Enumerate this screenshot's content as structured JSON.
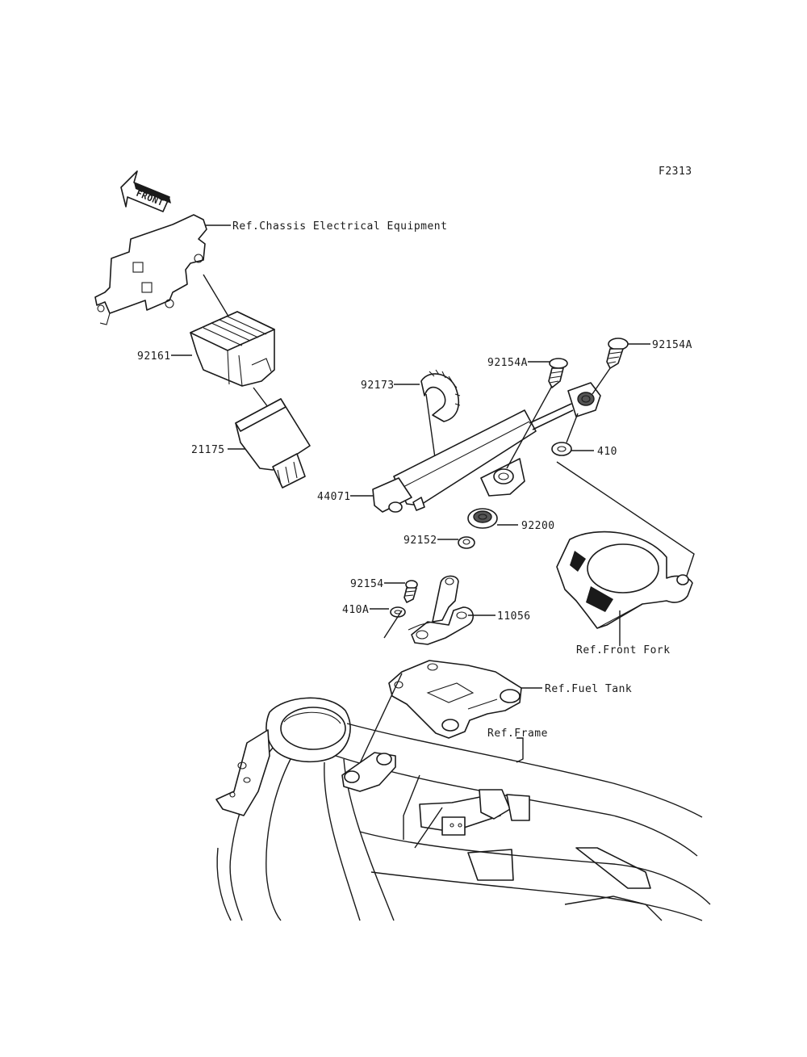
{
  "figure_code": "F2313",
  "front_arrow_text": "FRONT",
  "labels": {
    "ref_chassis": "Ref.Chassis Electrical Equipment",
    "p92161": "92161",
    "p21175": "21175",
    "p92173": "92173",
    "p44071": "44071",
    "p92154a_left": "92154A",
    "p92154a_right": "92154A",
    "p410": "410",
    "p92200": "92200",
    "p92152": "92152",
    "p92154": "92154",
    "p410a": "410A",
    "p11056": "11056",
    "ref_front_fork": "Ref.Front Fork",
    "ref_fuel_tank": "Ref.Fuel Tank",
    "ref_frame": "Ref.Frame"
  },
  "colors": {
    "line": "#1a1a1a",
    "background": "#ffffff",
    "shade": "#555555"
  }
}
